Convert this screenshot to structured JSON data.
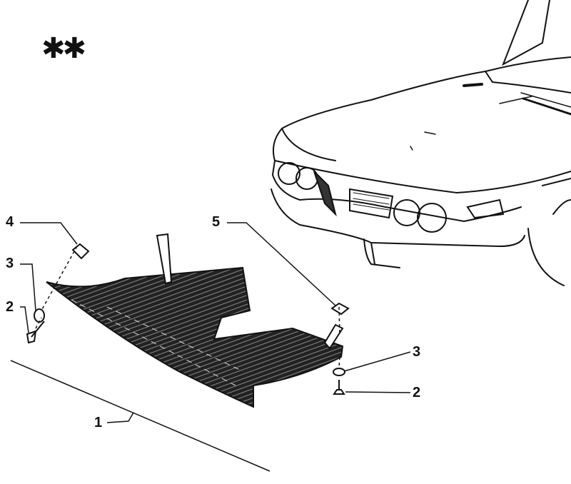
{
  "diagram": {
    "marker": "✱✱",
    "callouts": {
      "left_nut": "4",
      "left_washer": "3",
      "left_screw": "2",
      "right_nut": "5",
      "right_washer": "3",
      "right_screw": "2",
      "skid_plate": "1"
    }
  }
}
